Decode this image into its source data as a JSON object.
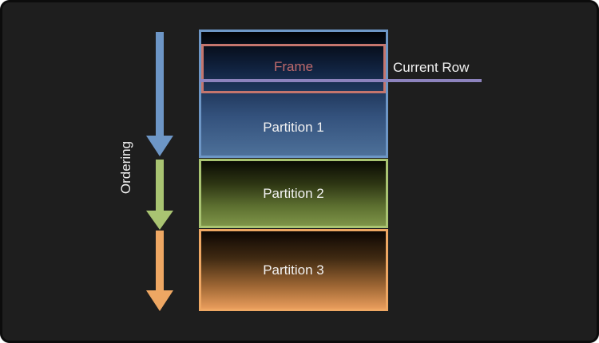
{
  "diagram_title": "window-function-partitions",
  "ordering": {
    "label": "Ordering"
  },
  "frame": {
    "label": "Frame"
  },
  "current_row": {
    "label": "Current Row"
  },
  "partitions": [
    {
      "label": "Partition 1",
      "border_color": "#6d96c6",
      "gradient_top": "#010206",
      "gradient_bottom": "#4d7099"
    },
    {
      "label": "Partition 2",
      "border_color": "#a9c472",
      "gradient_top": "#0a0b03",
      "gradient_bottom": "#7e9448"
    },
    {
      "label": "Partition 3",
      "border_color": "#eea763",
      "gradient_top": "#0d0603",
      "gradient_bottom": "#e99d5c"
    }
  ],
  "arrows": [
    {
      "name": "ordering-arrow-partition-1",
      "color": "#6d96c6"
    },
    {
      "name": "ordering-arrow-partition-2",
      "color": "#a9c472"
    },
    {
      "name": "ordering-arrow-partition-3",
      "color": "#eea763"
    }
  ],
  "colors": {
    "blue": "#6d96c6",
    "green": "#a9c472",
    "orange": "#eea763",
    "frame-border": "#c4756d",
    "frame-text": "#bf6a6c",
    "purple": "#8d83bd",
    "canvas-bg": "#1e1e1e",
    "canvas-border": "#0c0c0c",
    "text": "#f2f2f2"
  }
}
